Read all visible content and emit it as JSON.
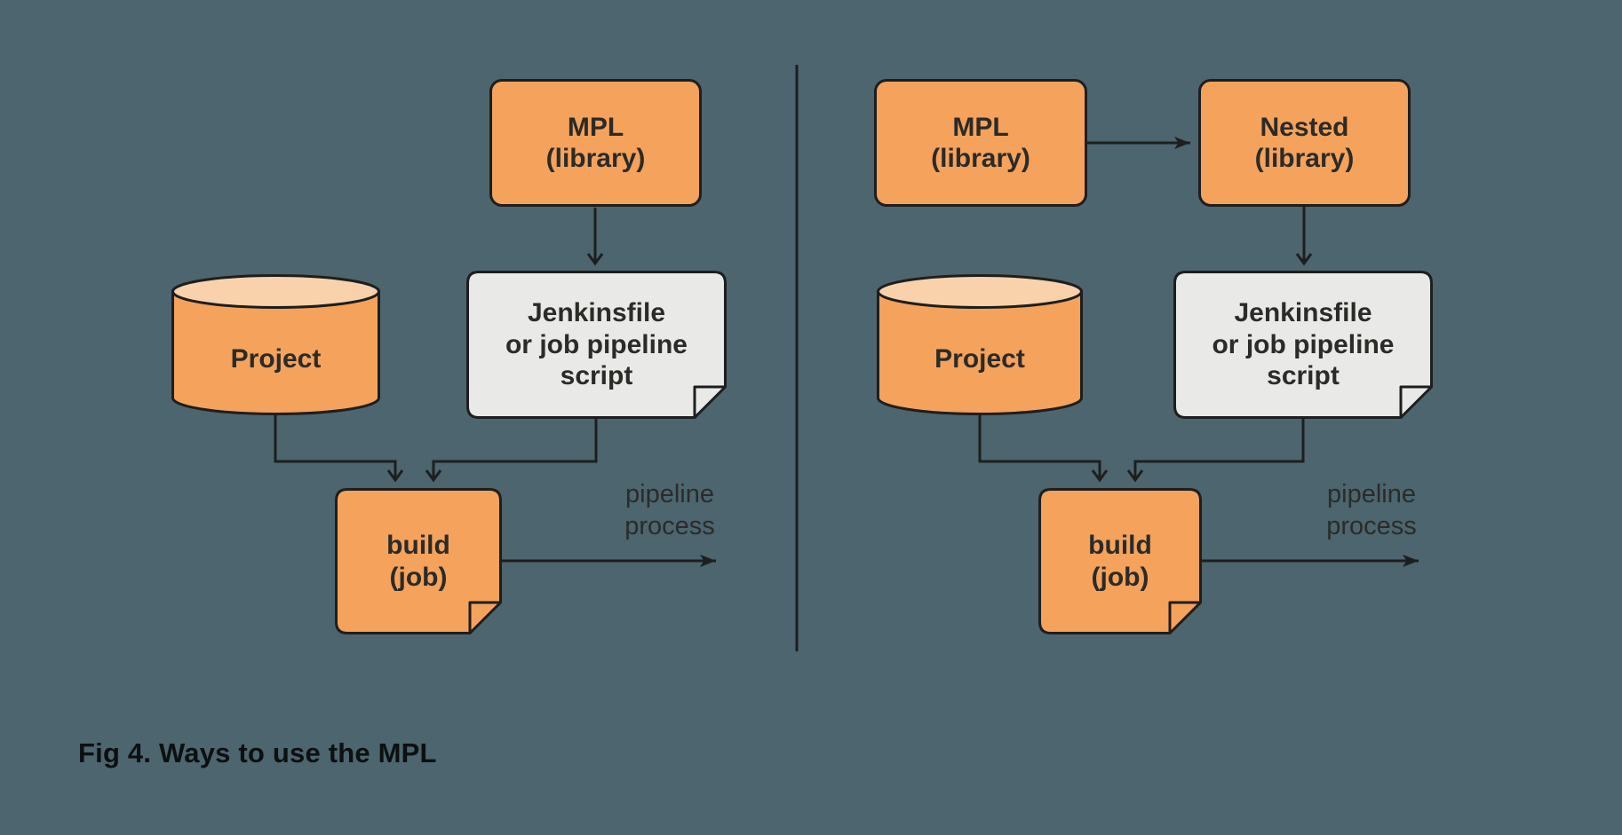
{
  "colors": {
    "bg": "#4c656e",
    "orange": "#f5a25c",
    "peach": "#f9d2ac",
    "note": "#e9e9e7",
    "ink": "#1e1e1e",
    "text": "#2b2b28"
  },
  "caption": "Fig 4. Ways to use the MPL",
  "left": {
    "mpl_label": "MPL\n(library)",
    "jenkinsfile_label": "Jenkinsfile\nor job pipeline\nscript",
    "project_label": "Project",
    "build_label": "build\n(job)",
    "pipeline_label": "pipeline\nprocess"
  },
  "right": {
    "mpl_label": "MPL\n(library)",
    "nested_label": "Nested\n(library)",
    "jenkinsfile_label": "Jenkinsfile\nor job pipeline\nscript",
    "project_label": "Project",
    "build_label": "build\n(job)",
    "pipeline_label": "pipeline\nprocess"
  }
}
